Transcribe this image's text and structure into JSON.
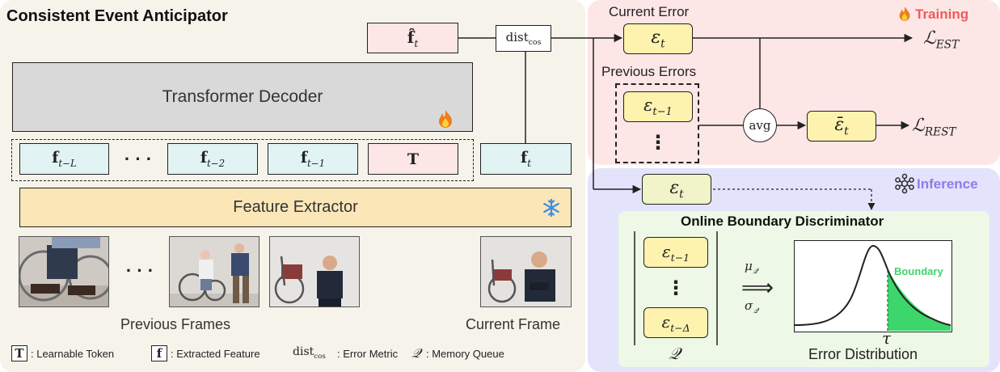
{
  "cea": {
    "title": "Consistent Event Anticipator",
    "f_hat": "f̂",
    "f_hat_sub": "t",
    "dist": "dist",
    "dist_sub": "cos",
    "decoder": "Transformer Decoder",
    "tokens": [
      {
        "sym": "f",
        "sub": "t−L"
      },
      {
        "sym": "· · ·",
        "sub": ""
      },
      {
        "sym": "f",
        "sub": "t−2"
      },
      {
        "sym": "f",
        "sub": "t−1"
      },
      {
        "sym": "T",
        "sub": ""
      }
    ],
    "current_feature": {
      "sym": "f",
      "sub": "t"
    },
    "extractor": "Feature Extractor",
    "frames_dots": "· · ·",
    "previous_frames": "Previous Frames",
    "current_frame": "Current Frame"
  },
  "legend": {
    "token_sym": "T",
    "token_text": ": Learnable Token",
    "feature_sym": "f",
    "feature_text": ": Extracted Feature",
    "metric_sym": "dist",
    "metric_sub": "cos",
    "metric_text": ": Error Metric",
    "queue_sym": "𝒬",
    "queue_text": ": Memory Queue"
  },
  "training": {
    "label": "Training",
    "current_error": "Current Error",
    "eps_t": "ε",
    "eps_t_sub": "t",
    "loss_est": "ℒ",
    "loss_est_sub": "EST",
    "previous_errors": "Previous Errors",
    "eps_prev": "ε",
    "eps_prev_sub": "t−1",
    "vdots": "⋮",
    "avg": "avg",
    "eps_bar": "ε̄",
    "eps_bar_sub": "t",
    "loss_rest": "ℒ",
    "loss_rest_sub": "REST"
  },
  "inference": {
    "label": "Inference",
    "eps_t": "ε",
    "eps_t_sub": "t",
    "obd_title": "Online Boundary Discriminator",
    "queue_top": "ε",
    "queue_top_sub": "t−1",
    "queue_vdots": "⋮",
    "queue_bottom": "ε",
    "queue_bottom_sub": "t−Δ",
    "queue_label": "𝒬",
    "mu": "μ",
    "mu_sub": "𝒬",
    "sigma": "σ",
    "sigma_sub": "𝒬",
    "implies": "⟹",
    "boundary": "Boundary",
    "tau": "τ",
    "error_distribution": "Error Distribution"
  },
  "colors": {
    "cea_bg": "#f5f3ea",
    "training_bg": "#fde6e6",
    "inference_bg": "#e3e3fb",
    "obd_bg": "#eef8e6",
    "decoder_fill": "#d9d9d9",
    "feature_fill": "#e2f3f4",
    "token_fill": "#fde6e6",
    "extractor_fill": "#fbe6b8",
    "error_fill": "#fdf3ae",
    "inference_error_fill": "#f1f3c8",
    "boundary_green": "#3dd66a",
    "training_red": "#ef5b5b",
    "inference_purple": "#8a7bf0",
    "snow_blue": "#3a8ee6"
  }
}
